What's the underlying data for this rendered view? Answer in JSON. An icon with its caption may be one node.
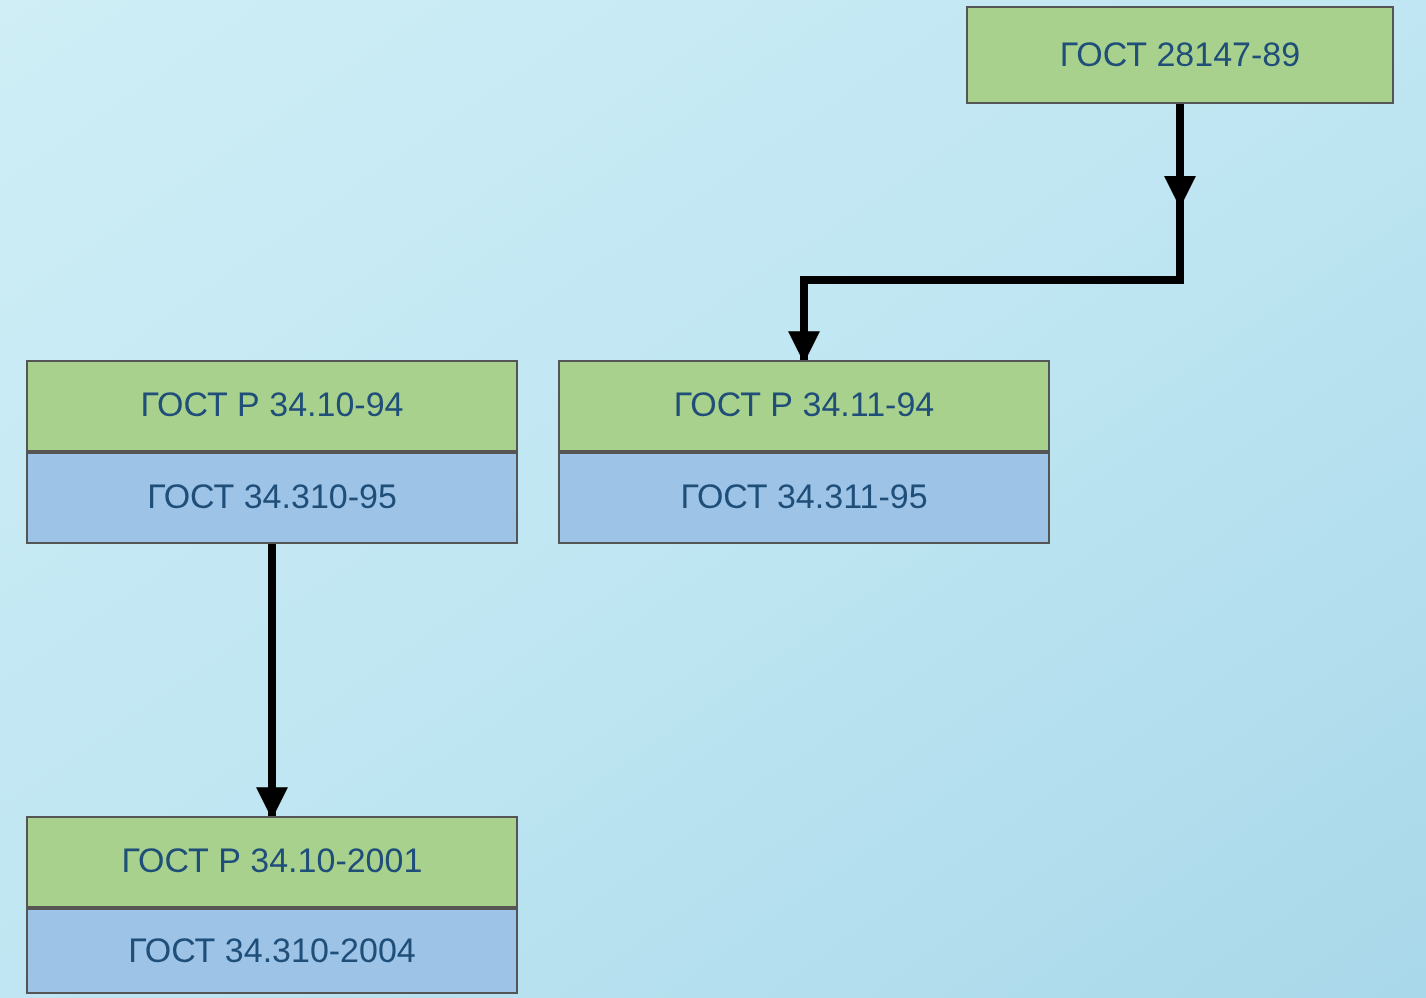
{
  "diagram": {
    "nodes": [
      {
        "text": [
          "ГОСТ 28147-89"
        ]
      },
      {
        "text": [
          "ГОСТ Р 34.10-94"
        ]
      },
      {
        "text": [
          "ГОСТ 34.310-95"
        ]
      },
      {
        "text": [
          "ГОСТ Р 34.11-94"
        ]
      },
      {
        "text": [
          "ГОСТ 34.311-95"
        ]
      },
      {
        "text": [
          "ГОСТ Р 34.10-2001"
        ]
      },
      {
        "text": [
          "ГОСТ 34.310-2004"
        ]
      }
    ],
    "edges": [
      {
        "from": 0,
        "to": 3,
        "arrow": "to"
      },
      {
        "from": 2,
        "to": 5,
        "arrow": "to"
      }
    ]
  }
}
